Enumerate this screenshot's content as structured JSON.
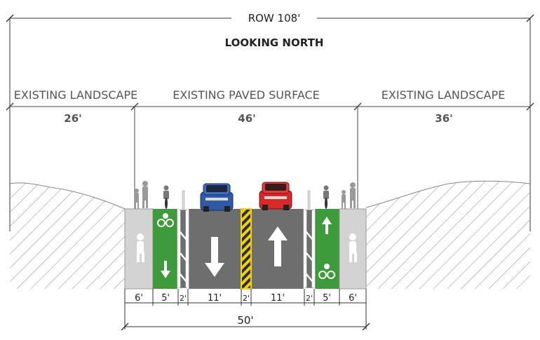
{
  "row": {
    "label": "ROW 108'"
  },
  "view": {
    "label": "LOOKING NORTH"
  },
  "zones": [
    {
      "name": "EXISTING LANDSCAPE",
      "width": "26'"
    },
    {
      "name": "EXISTING PAVED SURFACE",
      "width": "46'"
    },
    {
      "name": "EXISTING LANDSCAPE",
      "width": "36'"
    }
  ],
  "segments": [
    {
      "label": "6'",
      "type": "sidewalk"
    },
    {
      "label": "5'",
      "type": "bike-lane"
    },
    {
      "label": "2'",
      "type": "buffer"
    },
    {
      "label": "11'",
      "type": "travel-lane-southbound"
    },
    {
      "label": "2'",
      "type": "median-hatch"
    },
    {
      "label": "11'",
      "type": "travel-lane-northbound"
    },
    {
      "label": "2'",
      "type": "buffer"
    },
    {
      "label": "5'",
      "type": "bike-lane"
    },
    {
      "label": "6'",
      "type": "sidewalk"
    }
  ],
  "total": {
    "label": "50'"
  },
  "colors": {
    "bike_lane": "#3e9b3b",
    "pavement": "#6e6e6e",
    "sidewalk": "#d3d3d3",
    "median": "#f2d200",
    "car_blue": "#2f5aa8",
    "car_red": "#d42a2a"
  }
}
